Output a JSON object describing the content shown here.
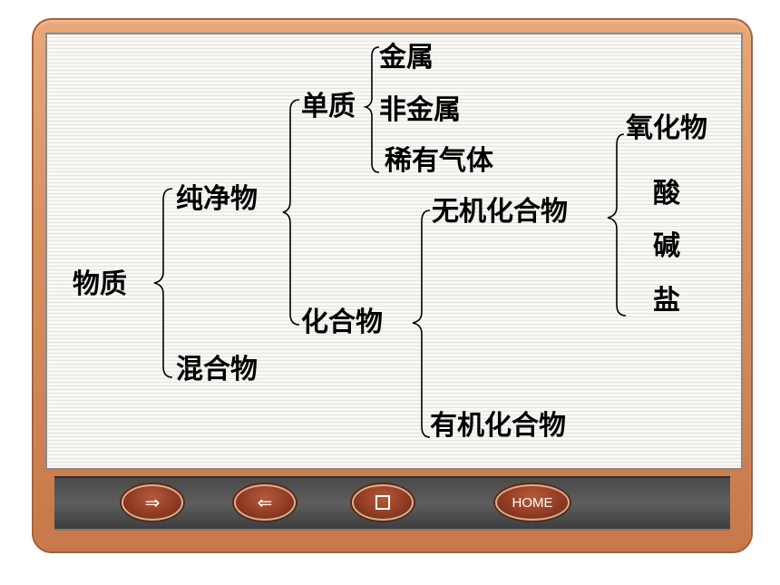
{
  "diagram": {
    "root": "物质",
    "pure": "纯净物",
    "mixture": "混合物",
    "element": "单质",
    "compound": "化合物",
    "metal": "金属",
    "nonmetal": "非金属",
    "noble_gas": "稀有气体",
    "inorganic": "无机化合物",
    "organic": "有机化合物",
    "oxide": "氧化物",
    "acid": "酸",
    "base": "碱",
    "salt": "盐"
  },
  "toolbar": {
    "next_glyph": "⇒",
    "prev_glyph": "⇐",
    "home_label": "HOME",
    "icons": [
      "arrow-right-icon",
      "arrow-left-icon",
      "square-icon"
    ]
  },
  "colors": {
    "frame": "#d9905e",
    "toolbar": "#4a4a4a",
    "button": "#8e3a22",
    "text": "#000000"
  }
}
